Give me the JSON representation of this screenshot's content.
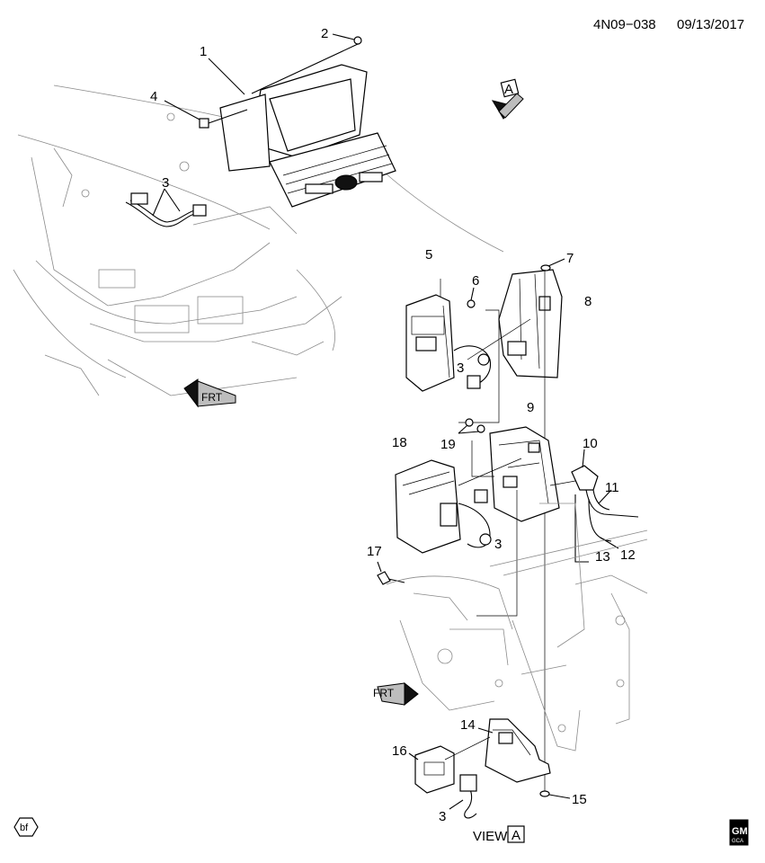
{
  "header": {
    "diagram_id": "4N09−038",
    "date": "09/13/2017"
  },
  "callouts": [
    {
      "id": "c1",
      "label": "1"
    },
    {
      "id": "c2",
      "label": "2"
    },
    {
      "id": "c3a",
      "label": "3"
    },
    {
      "id": "c4",
      "label": "4"
    },
    {
      "id": "c5",
      "label": "5"
    },
    {
      "id": "c6",
      "label": "6"
    },
    {
      "id": "c7",
      "label": "7"
    },
    {
      "id": "c8",
      "label": "8"
    },
    {
      "id": "c3b",
      "label": "3"
    },
    {
      "id": "c9",
      "label": "9"
    },
    {
      "id": "c10",
      "label": "10"
    },
    {
      "id": "c19",
      "label": "19"
    },
    {
      "id": "c18",
      "label": "18"
    },
    {
      "id": "c11",
      "label": "11"
    },
    {
      "id": "c3c",
      "label": "3"
    },
    {
      "id": "c12",
      "label": "12"
    },
    {
      "id": "c13",
      "label": "13"
    },
    {
      "id": "c17",
      "label": "17"
    },
    {
      "id": "c14",
      "label": "14"
    },
    {
      "id": "c16",
      "label": "16"
    },
    {
      "id": "c15",
      "label": "15"
    },
    {
      "id": "c3d",
      "label": "3"
    }
  ],
  "view_marker": {
    "letter": "A"
  },
  "view_label": {
    "prefix": "VIEW",
    "letter": "A"
  },
  "direction_labels": {
    "top": "FRT",
    "bottom": "FRT"
  },
  "footer": {
    "left_logo": "bf",
    "right_logo_main": "GM",
    "right_logo_sub": "GCA"
  }
}
